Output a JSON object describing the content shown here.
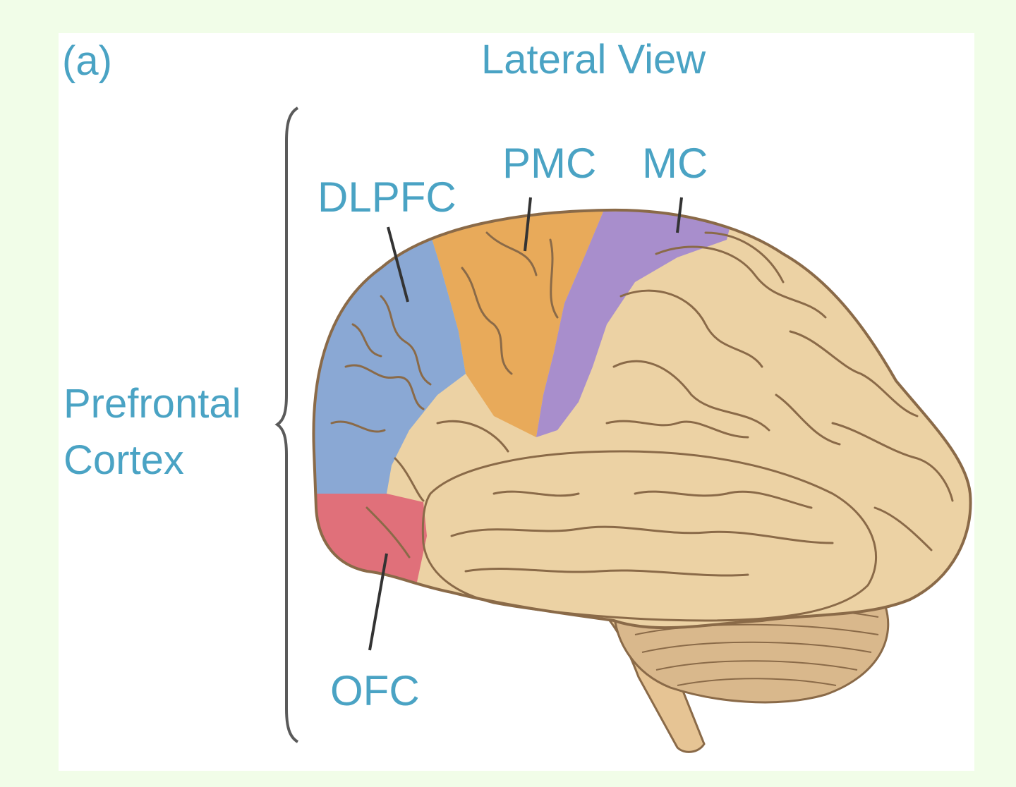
{
  "figure": {
    "panel_letter": "(a)",
    "view_title": "Lateral View"
  },
  "regions": {
    "dlpfc": {
      "label": "DLPFC",
      "color": "#8aa8d4"
    },
    "pmc": {
      "label": "PMC",
      "color": "#e8aa5a"
    },
    "mc": {
      "label": "MC",
      "color": "#a88ecc"
    },
    "ofc": {
      "label": "OFC",
      "color": "#e0707a"
    }
  },
  "bracket": {
    "label_line1": "Prefrontal",
    "label_line2": "Cortex"
  },
  "colors": {
    "background": "#f1fde8",
    "panel": "#ffffff",
    "label_text": "#4aa3c4",
    "brain_base": "#ecd2a4",
    "cerebellum": "#d9b88c",
    "outline": "#8a6a48"
  }
}
